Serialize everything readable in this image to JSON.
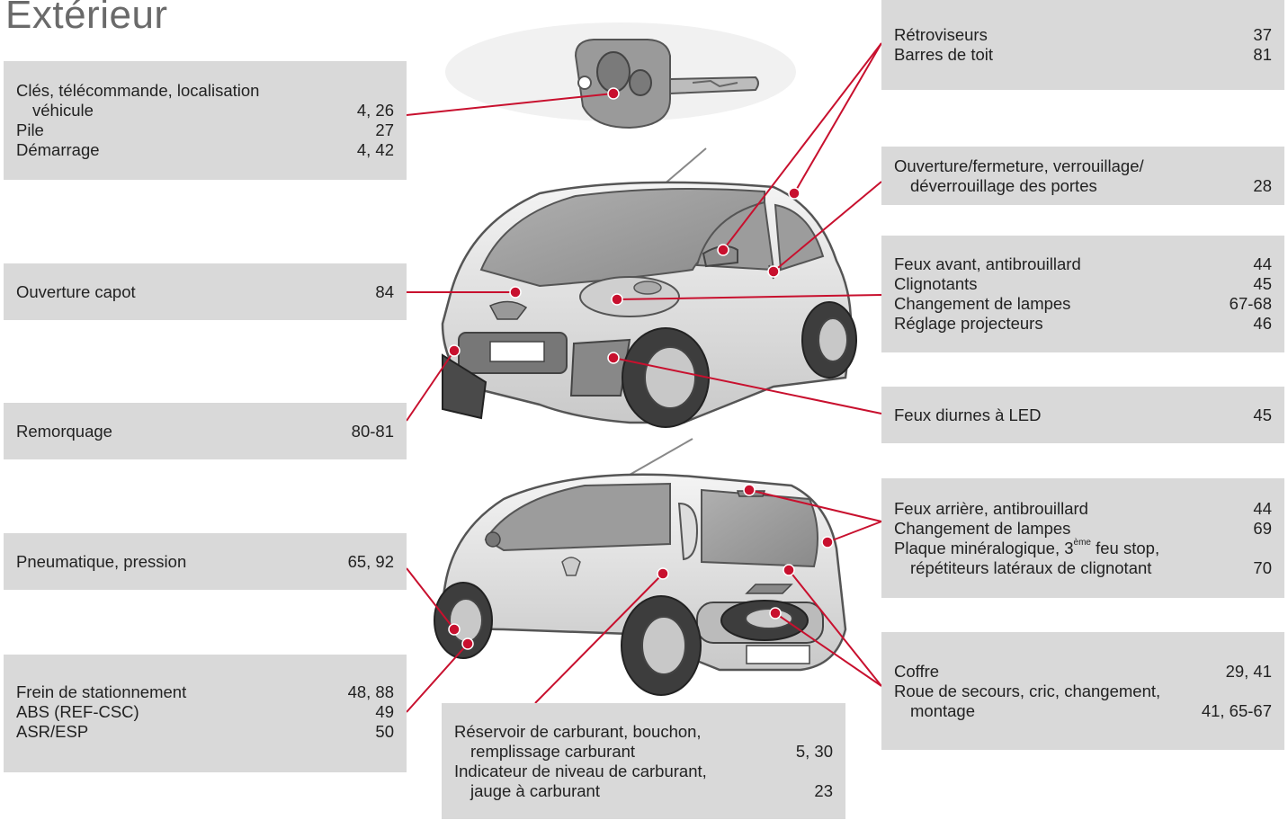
{
  "page": {
    "title": "Extérieur"
  },
  "boxes": {
    "keys": {
      "line1": "Clés, télécommande, localisation",
      "line2": "véhicule",
      "line2_page": "4, 26",
      "line3": "Pile",
      "line3_page": "27",
      "line4": "Démarrage",
      "line4_page": "4, 42"
    },
    "bonnet": {
      "label": "Ouverture capot",
      "page": "84"
    },
    "towing": {
      "label": "Remorquage",
      "page": "80-81"
    },
    "tyres": {
      "label": "Pneumatique, pression",
      "page": "65, 92"
    },
    "brakes": {
      "l1": "Frein de stationnement",
      "p1": "48, 88",
      "l2": "ABS (REF-CSC)",
      "p2": "49",
      "l3": "ASR/ESP",
      "p3": "50"
    },
    "fuel": {
      "l1": "Réservoir de carburant, bouchon,",
      "l2": "remplissage carburant",
      "p2": "5, 30",
      "l3": "Indicateur de niveau de carburant,",
      "l4": "jauge à carburant",
      "p4": "23"
    },
    "mirrors": {
      "l1": "Rétroviseurs",
      "p1": "37",
      "l2": "Barres de toit",
      "p2": "81"
    },
    "doors": {
      "l1": "Ouverture/fermeture, verrouillage/",
      "l2": "déverrouillage des portes",
      "p2": "28"
    },
    "front_lights": {
      "l1": "Feux avant, antibrouillard",
      "p1": "44",
      "l2": "Clignotants",
      "p2": "45",
      "l3": "Changement de lampes",
      "p3": "67-68",
      "l4": "Réglage projecteurs",
      "p4": "46"
    },
    "drl": {
      "label": "Feux diurnes à LED",
      "page": "45"
    },
    "rear_lights": {
      "l1": "Feux arrière, antibrouillard",
      "p1": "44",
      "l2": "Changement de lampes",
      "p2": "69",
      "l3a": "Plaque minéralogique, 3",
      "l3sup": "ème",
      "l3b": " feu stop,",
      "l4": "répétiteurs latéraux de clignotant",
      "p4": "70"
    },
    "boot": {
      "l1": "Coffre",
      "p1": "29, 41",
      "l2": "Roue de secours, cric, changement,",
      "l3": "montage",
      "p3": "41, 65-67"
    }
  },
  "colors": {
    "callout": "#c8102e",
    "box": "#d9d9d9",
    "title": "#6a6a6a"
  }
}
